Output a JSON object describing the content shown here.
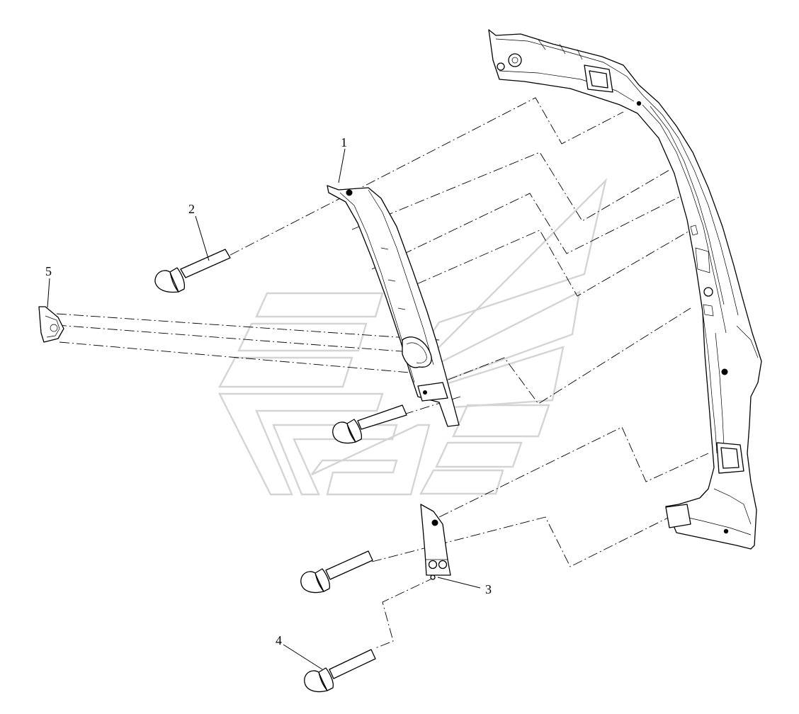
{
  "callouts": {
    "part_1": "1",
    "part_2": "2",
    "part_3": "3",
    "part_4": "4",
    "part_5": "5"
  },
  "colors": {
    "line": "#000000",
    "watermark": "#d4d4d4",
    "background": "#ffffff"
  }
}
